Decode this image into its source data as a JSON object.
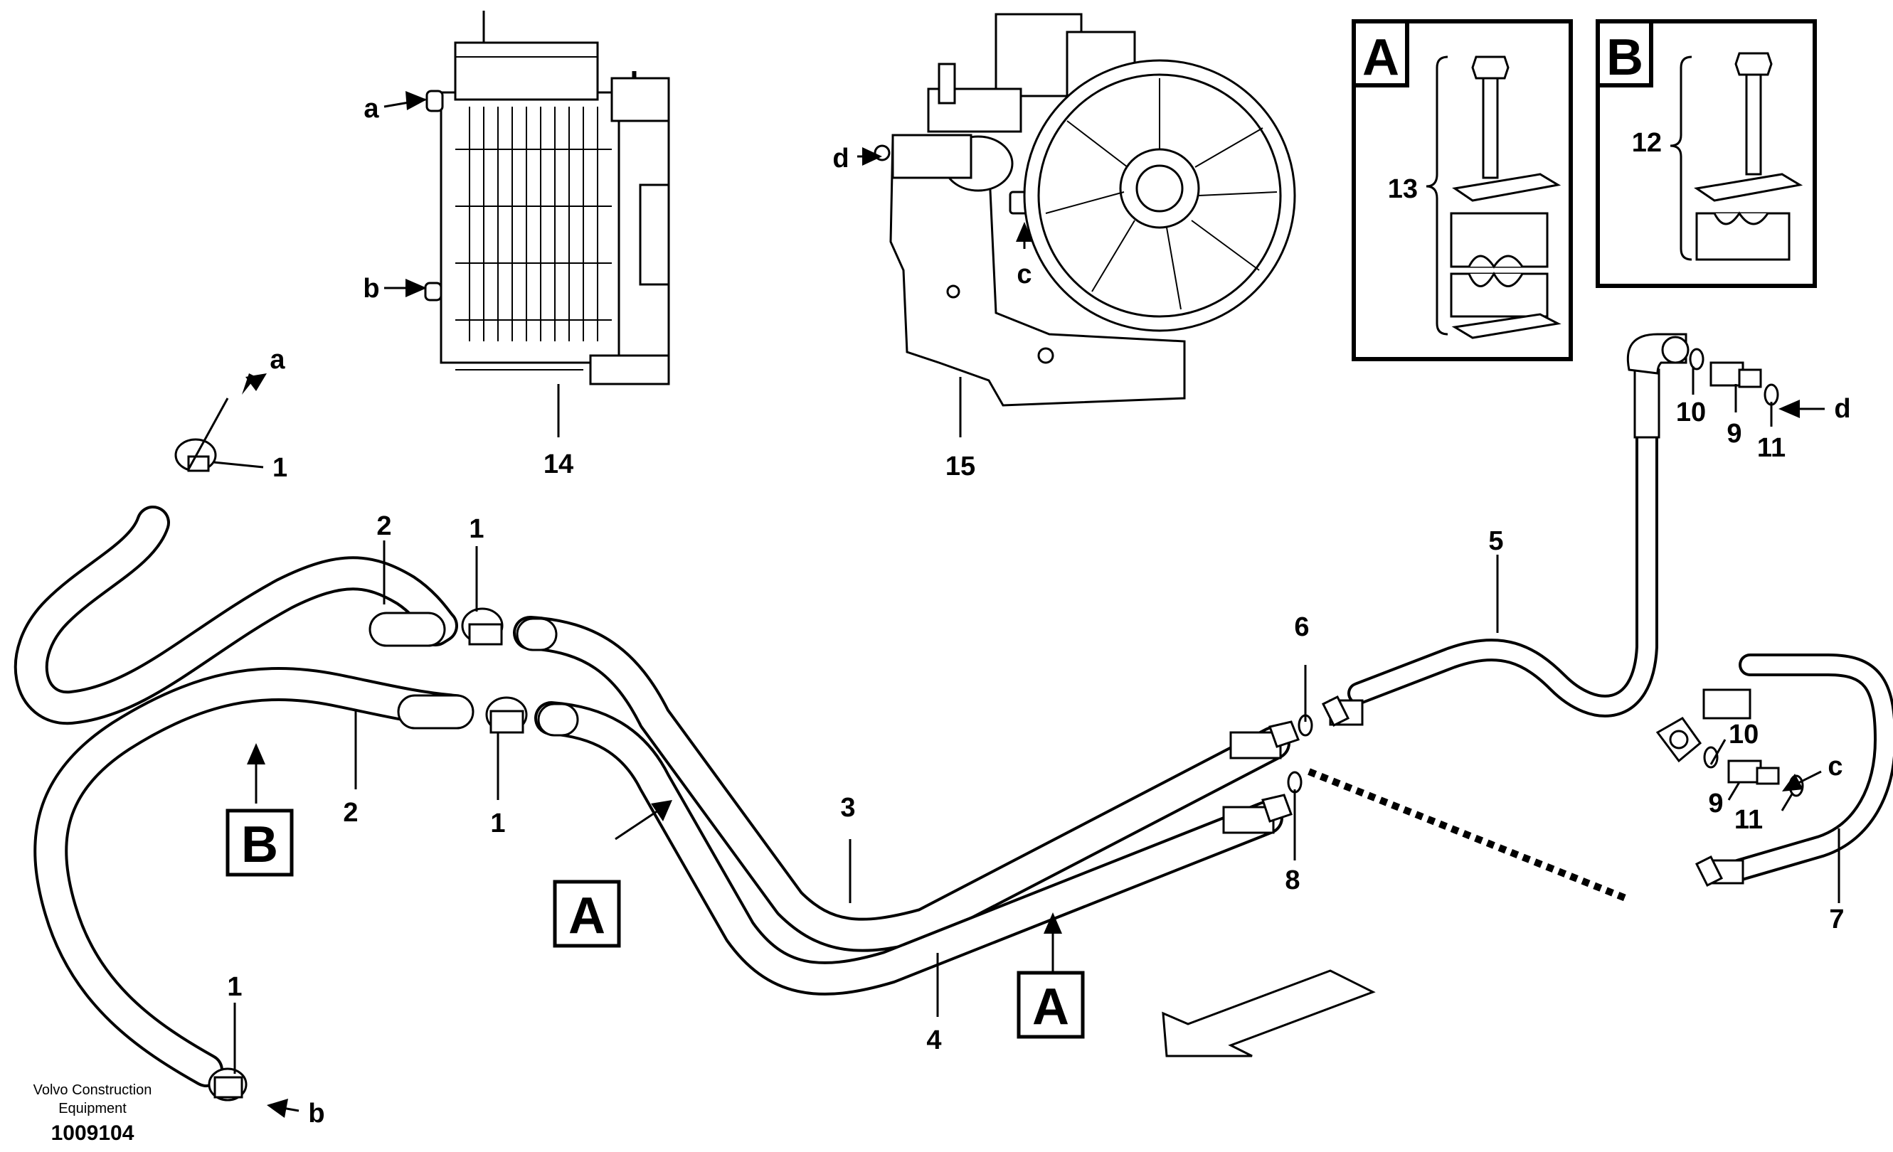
{
  "labels": {
    "p1": "1",
    "p2": "2",
    "p3": "3",
    "p4": "4",
    "p5": "5",
    "p6": "6",
    "p7": "7",
    "p8": "8",
    "p9": "9",
    "p10": "10",
    "p11": "11",
    "p12": "12",
    "p13": "13",
    "p14": "14",
    "p15": "15"
  },
  "connectors": {
    "a": "a",
    "b": "b",
    "c": "c",
    "d": "d"
  },
  "views": {
    "A": "A",
    "B": "B"
  },
  "footer": {
    "brand_line1": "Volvo Construction",
    "brand_line2": "Equipment",
    "part_number": "1009104"
  }
}
